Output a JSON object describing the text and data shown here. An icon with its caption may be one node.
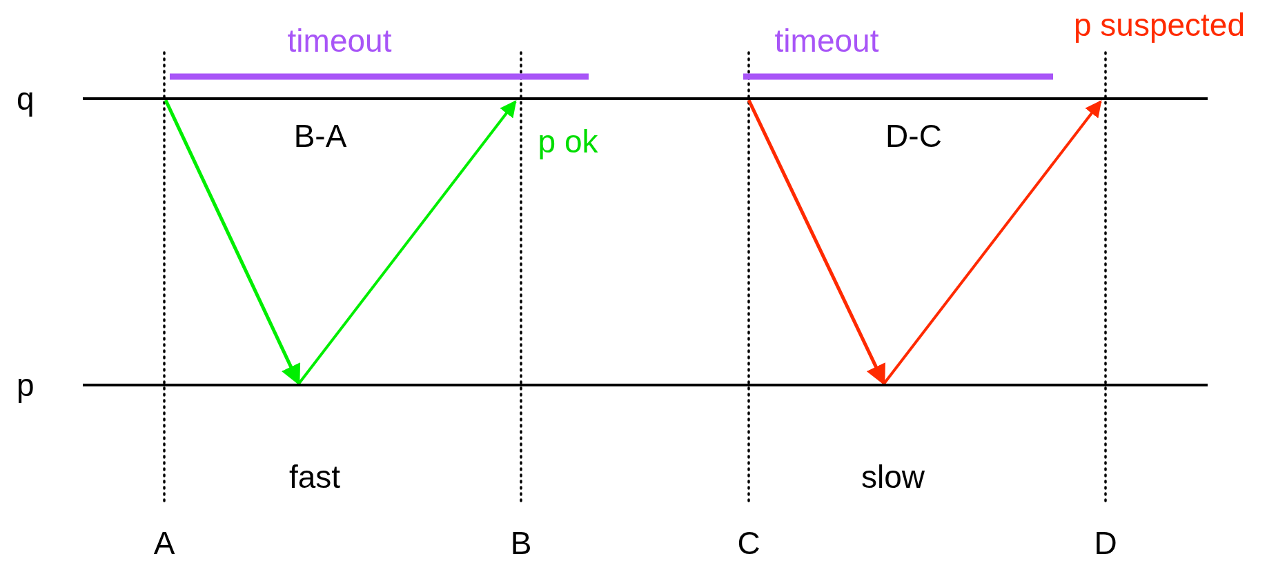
{
  "diagram": {
    "nodes": [
      {
        "text": [
          "q"
        ]
      },
      {
        "text": [
          "p"
        ]
      }
    ],
    "edges": [
      {
        "from": 0,
        "to": 1,
        "arrow": "to",
        "color": "#00ee00"
      },
      {
        "from": 1,
        "to": 0,
        "arrow": "to",
        "color": "#00ee00"
      },
      {
        "from": 0,
        "to": 1,
        "arrow": "to",
        "color": "#ff2a00"
      },
      {
        "from": 1,
        "to": 0,
        "arrow": "to",
        "color": "#ff2a00"
      }
    ],
    "labels": [
      "timeout",
      "timeout",
      "p suspected",
      "B-A",
      "p ok",
      "D-C",
      "fast",
      "slow",
      "A",
      "B",
      "C",
      "D"
    ]
  }
}
